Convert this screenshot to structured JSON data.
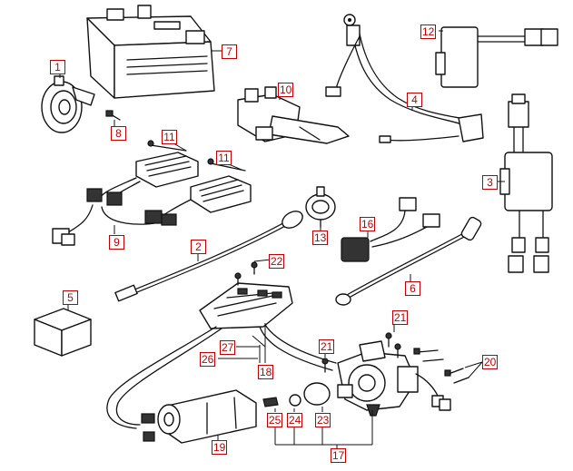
{
  "callouts": [
    {
      "id": "c1",
      "label": "1"
    },
    {
      "id": "c2",
      "label": "2"
    },
    {
      "id": "c3",
      "label": "3"
    },
    {
      "id": "c4",
      "label": "4"
    },
    {
      "id": "c5",
      "label": "5"
    },
    {
      "id": "c6",
      "label": "6"
    },
    {
      "id": "c7",
      "label": "7"
    },
    {
      "id": "c8",
      "label": "8"
    },
    {
      "id": "c9",
      "label": "9"
    },
    {
      "id": "c10",
      "label": "10"
    },
    {
      "id": "c11a",
      "label": "11"
    },
    {
      "id": "c11b",
      "label": "11"
    },
    {
      "id": "c12",
      "label": "12"
    },
    {
      "id": "c13",
      "label": "13"
    },
    {
      "id": "c16",
      "label": "16"
    },
    {
      "id": "c17",
      "label": "17"
    },
    {
      "id": "c18",
      "label": "18"
    },
    {
      "id": "c19",
      "label": "19"
    },
    {
      "id": "c20",
      "label": "20"
    },
    {
      "id": "c21a",
      "label": "21"
    },
    {
      "id": "c21b",
      "label": "21"
    },
    {
      "id": "c22",
      "label": "22"
    },
    {
      "id": "c23",
      "label": "23"
    },
    {
      "id": "c24",
      "label": "24"
    },
    {
      "id": "c25",
      "label": "25"
    },
    {
      "id": "c26",
      "label": "26"
    },
    {
      "id": "c27",
      "label": "27"
    }
  ]
}
